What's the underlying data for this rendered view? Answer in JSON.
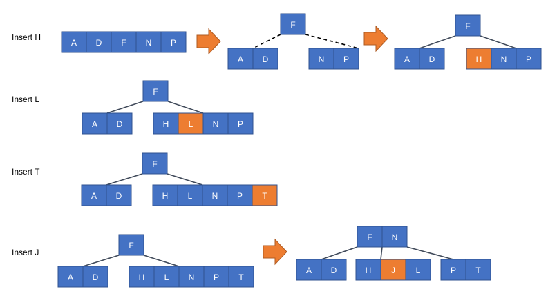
{
  "colors": {
    "node": "#4472c4",
    "node_border": "#2f528f",
    "highlight": "#ed7d31",
    "arrow": "#ed7d31",
    "edge": "#404a5a",
    "text": "#ffffff"
  },
  "rows": [
    {
      "label": "Insert H",
      "stages": [
        {
          "nodes": [
            {
              "keys": [
                "A",
                "D",
                "F",
                "N",
                "P"
              ],
              "highlight": []
            }
          ],
          "edges": []
        },
        {
          "nodes": [
            {
              "keys": [
                "F"
              ],
              "highlight": []
            },
            {
              "keys": [
                "A",
                "D"
              ],
              "highlight": []
            },
            {
              "keys": [
                "N",
                "P"
              ],
              "highlight": []
            }
          ],
          "edges": [
            "dashed",
            "dashed"
          ]
        },
        {
          "nodes": [
            {
              "keys": [
                "F"
              ],
              "highlight": []
            },
            {
              "keys": [
                "A",
                "D"
              ],
              "highlight": []
            },
            {
              "keys": [
                "H",
                "N",
                "P"
              ],
              "highlight": [
                "H"
              ]
            }
          ],
          "edges": [
            "solid",
            "solid"
          ]
        }
      ]
    },
    {
      "label": "Insert L",
      "stages": [
        {
          "nodes": [
            {
              "keys": [
                "F"
              ],
              "highlight": []
            },
            {
              "keys": [
                "A",
                "D"
              ],
              "highlight": []
            },
            {
              "keys": [
                "H",
                "L",
                "N",
                "P"
              ],
              "highlight": [
                "L"
              ]
            }
          ],
          "edges": [
            "solid",
            "solid"
          ]
        }
      ]
    },
    {
      "label": "Insert T",
      "stages": [
        {
          "nodes": [
            {
              "keys": [
                "F"
              ],
              "highlight": []
            },
            {
              "keys": [
                "A",
                "D"
              ],
              "highlight": []
            },
            {
              "keys": [
                "H",
                "L",
                "N",
                "P",
                "T"
              ],
              "highlight": [
                "T"
              ]
            }
          ],
          "edges": [
            "solid",
            "solid"
          ]
        }
      ]
    },
    {
      "label": "Insert J",
      "stages": [
        {
          "nodes": [
            {
              "keys": [
                "F"
              ],
              "highlight": []
            },
            {
              "keys": [
                "A",
                "D"
              ],
              "highlight": []
            },
            {
              "keys": [
                "H",
                "L",
                "N",
                "P",
                "T"
              ],
              "highlight": []
            }
          ],
          "edges": [
            "solid",
            "solid"
          ]
        },
        {
          "nodes": [
            {
              "keys": [
                "F",
                "N"
              ],
              "highlight": []
            },
            {
              "keys": [
                "A",
                "D"
              ],
              "highlight": []
            },
            {
              "keys": [
                "H",
                "J",
                "L"
              ],
              "highlight": [
                "J"
              ]
            },
            {
              "keys": [
                "P",
                "T"
              ],
              "highlight": []
            }
          ],
          "edges": [
            "solid",
            "solid",
            "solid"
          ]
        }
      ]
    }
  ]
}
